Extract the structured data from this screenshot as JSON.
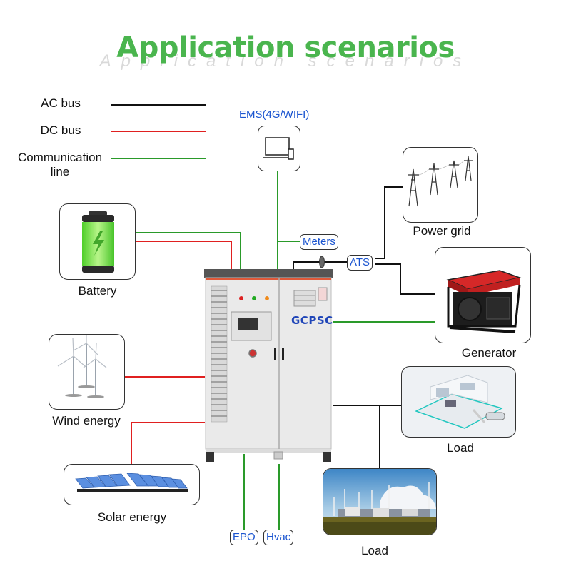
{
  "header": {
    "title": "Application scenarios",
    "watermark": "Application scenarios"
  },
  "legend": {
    "items": [
      {
        "label": "AC bus",
        "color": "#111111"
      },
      {
        "label": "DC bus",
        "color": "#e02020"
      },
      {
        "label": "Communication line",
        "label_line1": "Communication",
        "label_line2": "line",
        "color": "#2a9a2a"
      }
    ]
  },
  "colors": {
    "title": "#4ab54e",
    "ac": "#111111",
    "dc": "#e02020",
    "comm": "#2a9a2a",
    "tag_text": "#1a54d0"
  },
  "nodes": {
    "ems": {
      "label": "EMS(4G/WIFI)",
      "icon": "laptop-icon"
    },
    "meters": {
      "label": "Meters"
    },
    "ats": {
      "label": "ATS"
    },
    "power_grid": {
      "label": "Power grid",
      "icon": "transmission-tower-icon"
    },
    "generator": {
      "label": "Generator",
      "icon": "generator-icon"
    },
    "battery": {
      "label": "Battery",
      "icon": "battery-icon"
    },
    "wind": {
      "label": "Wind energy",
      "icon": "wind-turbine-icon"
    },
    "solar": {
      "label": "Solar energy",
      "icon": "solar-panel-icon"
    },
    "load_home": {
      "label": "Load",
      "icon": "house-icon"
    },
    "load_plant": {
      "label": "Load",
      "icon": "energy-plant-icon"
    },
    "epo": {
      "label": "EPO"
    },
    "hvac": {
      "label": "Hvac"
    }
  },
  "cabinet": {
    "brand": "GCPSC"
  }
}
